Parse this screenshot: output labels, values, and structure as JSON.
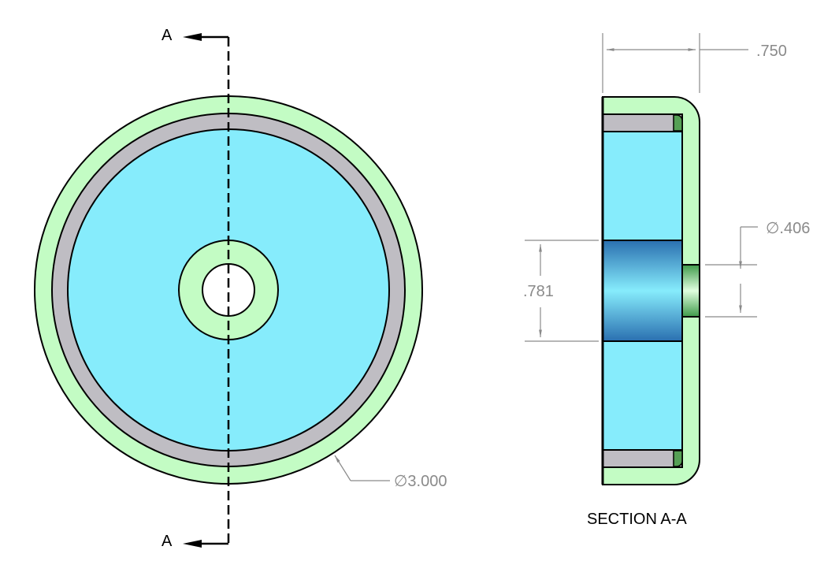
{
  "section_marker_top": "A",
  "section_marker_bottom": "A",
  "section_title": "SECTION A-A",
  "dimensions": {
    "outer_diameter": "∅3.000",
    "thickness": ".750",
    "bore_diameter": ".781",
    "hole_diameter": "∅.406"
  },
  "colors": {
    "shell": "#c3fcc4",
    "magnet": "#86ecfc",
    "spacer": "#bfbdc3",
    "dimension": "#8a8a8a"
  }
}
